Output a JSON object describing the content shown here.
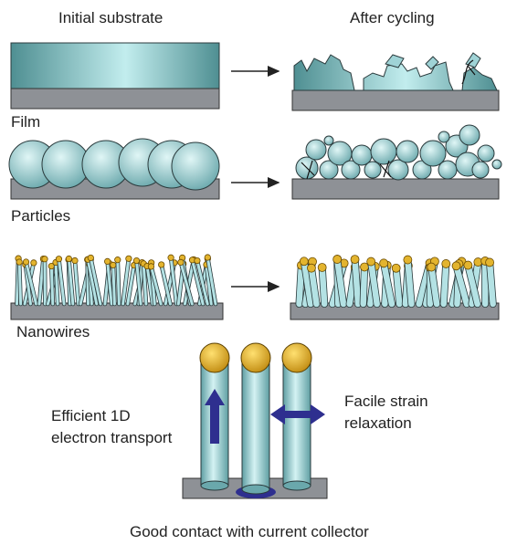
{
  "headers": {
    "initial": "Initial substrate",
    "after": "After cycling"
  },
  "rows": [
    {
      "id": "film",
      "label": "Film"
    },
    {
      "id": "particles",
      "label": "Particles"
    },
    {
      "id": "nanowires",
      "label": "Nanowires"
    }
  ],
  "detail": {
    "left_text_line1": "Efficient 1D",
    "left_text_line2": "electron transport",
    "right_text_line1": "Facile strain",
    "right_text_line2": "relaxation",
    "bottom_text": "Good contact with current collector"
  },
  "colors": {
    "substrate": "#8e9196",
    "material": "#9fd3d6",
    "material_edge": "#2a3a3c",
    "tip": "#e3b42e",
    "arrow_blue": "#2e2f8f"
  }
}
